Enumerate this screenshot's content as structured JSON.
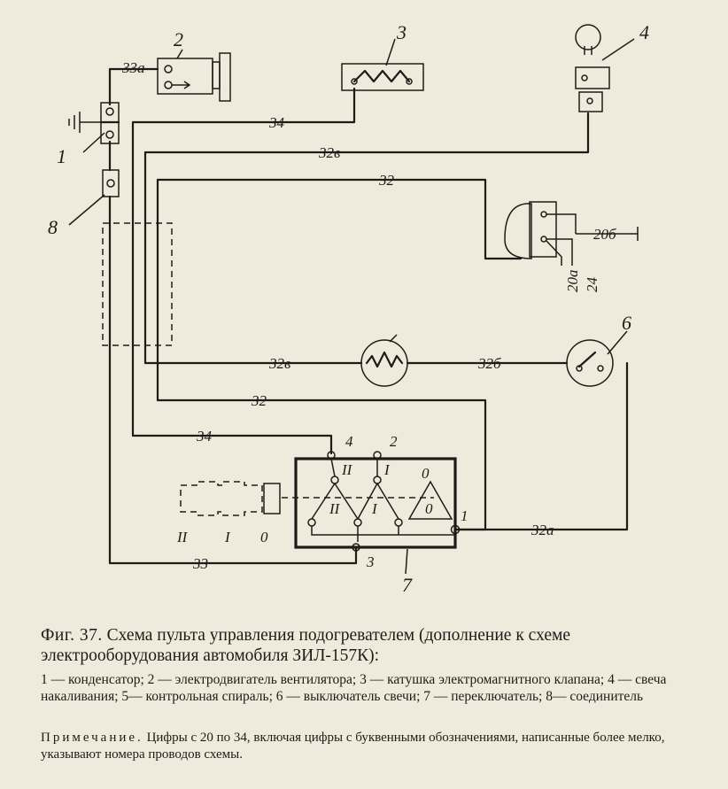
{
  "components": [
    {
      "num": "1",
      "name": "конденсатор"
    },
    {
      "num": "2",
      "name": "электродвигатель вентилятора"
    },
    {
      "num": "3",
      "name": "катушка электромагнитного клапана"
    },
    {
      "num": "4",
      "name": "свеча накаливания"
    },
    {
      "num": "5",
      "name": "контрольная спираль"
    },
    {
      "num": "6",
      "name": "выключатель свечи"
    },
    {
      "num": "7",
      "name": "переключатель"
    },
    {
      "num": "8",
      "name": "соединитель"
    }
  ],
  "wires": {
    "w33a": "33а",
    "w34_top": "34",
    "w32v_top": "32в",
    "w32_top": "32",
    "w20b": "20б",
    "w20a": "20а",
    "w24": "24",
    "w32v_mid": "32в",
    "w32b": "32б",
    "w32_low": "32",
    "w34_low": "34",
    "w33": "33",
    "w32a": "32а"
  },
  "switch": {
    "term_4": "4",
    "term_2": "2",
    "term_1": "1",
    "term_3": "3",
    "pos_II_top": "II",
    "pos_I_top": "I",
    "pos_0_top": "0",
    "pos_II_mid": "II",
    "pos_I_mid": "I",
    "pos_0_mid": "0",
    "handle_II": "II",
    "handle_I": "I",
    "handle_0": "0"
  },
  "caption": {
    "label": "Фиг. 37.",
    "text": "Схема пульта управления подогревателем (дополнение к схеме электрооборудования автомобиля ЗИЛ-157К):",
    "legend": "1 — конденсатор; 2 — электродвигатель вентилятора; 3 — катушка электромагнитного клапана; 4 — свеча накаливания; 5— контрольная спираль; 6 — выключатель свечи; 7 — переключатель; 8— соединитель",
    "note_label": "Примечание.",
    "note_text": "Цифры с 20 по 34, включая цифры с буквенными обозначениями, написанные более мелко, указывают номера проводов схемы."
  }
}
